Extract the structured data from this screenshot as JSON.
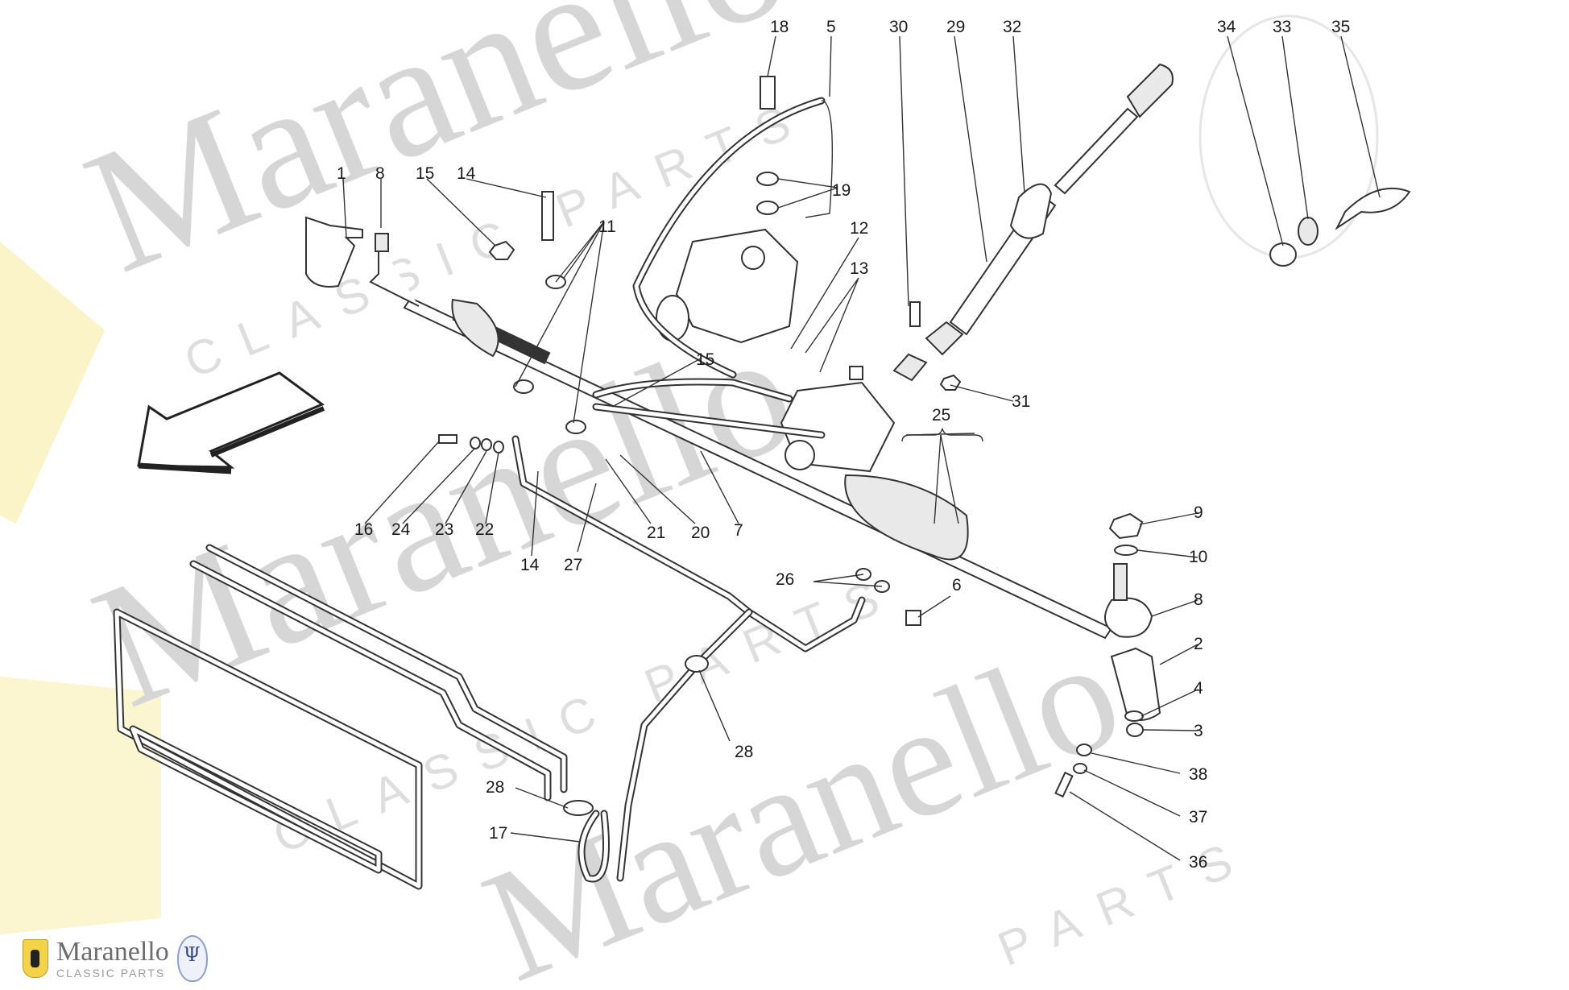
{
  "watermark": {
    "word": "Maranello",
    "sub": "CLASSIC PARTS",
    "sub_short": "PARTS"
  },
  "brand": {
    "name": "Maranello",
    "tagline": "CLASSIC PARTS"
  },
  "callouts": [
    "1",
    "2",
    "3",
    "4",
    "5",
    "6",
    "7",
    "8",
    "8",
    "9",
    "10",
    "11",
    "12",
    "13",
    "14",
    "14",
    "15",
    "15",
    "16",
    "17",
    "18",
    "19",
    "20",
    "21",
    "22",
    "23",
    "24",
    "25",
    "26",
    "27",
    "28",
    "28",
    "29",
    "30",
    "31",
    "32",
    "33",
    "34",
    "35",
    "36",
    "37",
    "38"
  ],
  "colors": {
    "line": "#333333",
    "watermark": "#d6d6d6",
    "badge_yellow": "#f3d34a"
  },
  "icons": [
    "direction-arrow-icon",
    "ferrari-shield-icon",
    "maserati-trident-icon"
  ]
}
